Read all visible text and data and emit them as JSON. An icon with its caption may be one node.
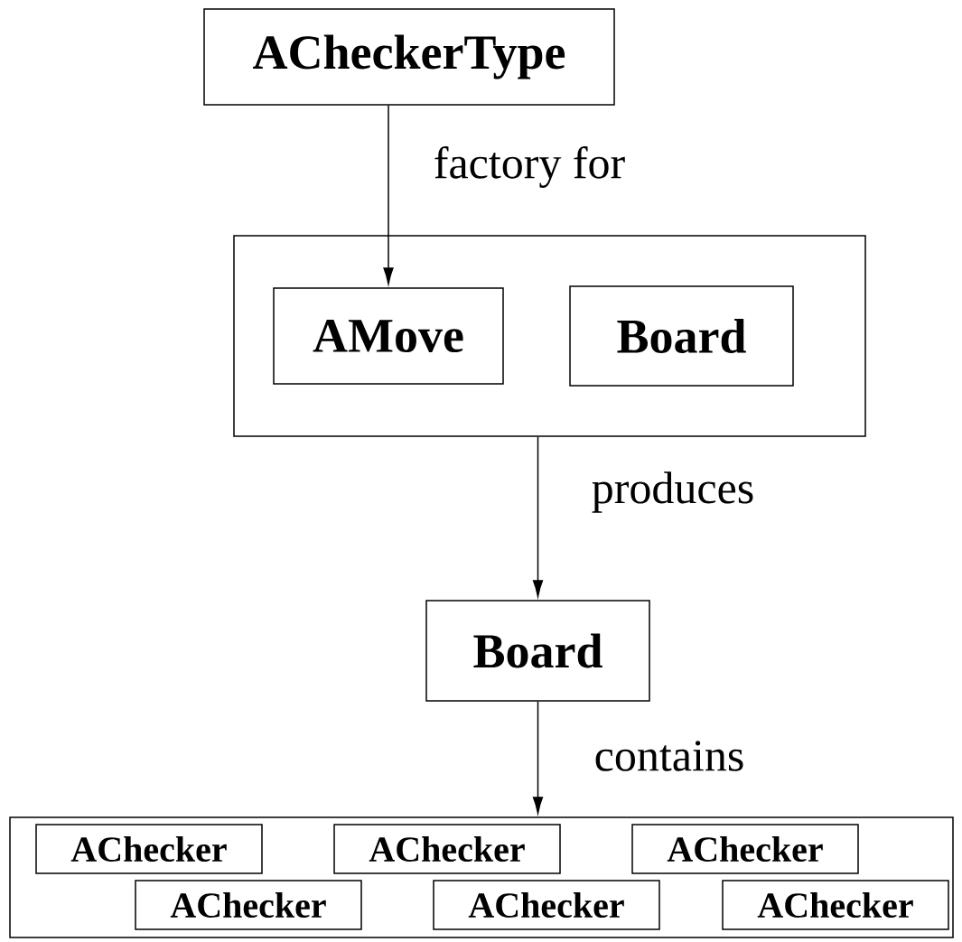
{
  "diagram": {
    "nodes": [
      {
        "text": [
          "ACheckerType"
        ]
      },
      {
        "text": [],
        "shape": "box"
      },
      {
        "text": [
          "AMove"
        ],
        "in": 1
      },
      {
        "text": [
          "Board"
        ],
        "in": 1
      },
      {
        "text": [
          "Board"
        ]
      },
      {
        "text": [],
        "shape": "box"
      },
      {
        "text": [
          "AChecker"
        ],
        "in": 5
      },
      {
        "text": [
          "AChecker"
        ],
        "in": 5
      },
      {
        "text": [
          "AChecker"
        ],
        "in": 5
      },
      {
        "text": [
          "AChecker"
        ],
        "in": 5
      },
      {
        "text": [
          "AChecker"
        ],
        "in": 5
      },
      {
        "text": [
          "AChecker"
        ],
        "in": 5
      }
    ],
    "edges": [
      {
        "from": 0,
        "to": 2,
        "arrow": "to",
        "label": "factory for"
      },
      {
        "from": 1,
        "to": 4,
        "arrow": "to",
        "label": "produces"
      },
      {
        "from": 4,
        "to": 5,
        "arrow": "to",
        "label": "contains"
      }
    ]
  }
}
